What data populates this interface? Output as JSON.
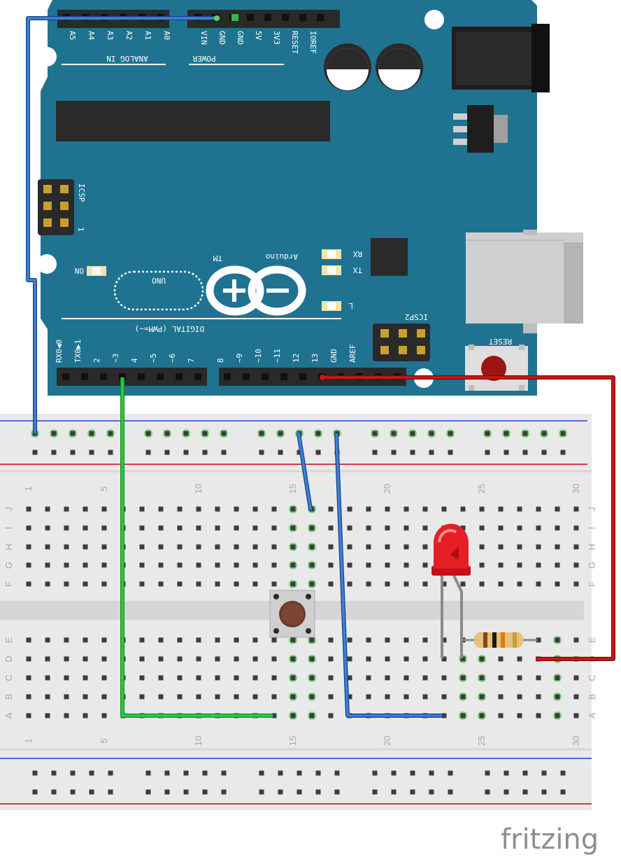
{
  "arduino": {
    "brand": "Arduino",
    "trademark": "TM",
    "model": "UNO",
    "analog_header_title": "ANALOG IN",
    "analog_pins": [
      "A5",
      "A4",
      "A3",
      "A2",
      "A1",
      "A0"
    ],
    "power_header_title": "POWER",
    "power_pins": [
      "VIN",
      "GND",
      "GND",
      "5V",
      "3V3",
      "RESET",
      "IOREF"
    ],
    "digital_header_title": "DIGITAL (PWM=~)",
    "digital_pins_left": [
      "RX0◀0",
      "TX0▶1",
      "2",
      "~3",
      "4",
      "~5",
      "~6",
      "7"
    ],
    "digital_pins_right": [
      "8",
      "~9",
      "~10",
      "~11",
      "12",
      "13",
      "GND",
      "AREF"
    ],
    "icsp_label": "ICSP",
    "icsp_pin1": "1",
    "icsp2_label": "ICSP2",
    "led_labels": {
      "rx": "RX",
      "tx": "TX",
      "l": "L",
      "on": "ON"
    },
    "reset_label": "RESET",
    "colors": {
      "board": "#1f7391",
      "header": "#2a2a2a",
      "silk": "#ffffff"
    }
  },
  "breadboard": {
    "column_numbers": [
      "1",
      "5",
      "10",
      "15",
      "20",
      "25",
      "30"
    ],
    "row_letters_top": [
      "J",
      "I",
      "H",
      "G",
      "F"
    ],
    "row_letters_bottom": [
      "E",
      "D",
      "C",
      "B",
      "A"
    ],
    "colors": {
      "body": "#e8e8e8",
      "rail_red": "#d0021b",
      "rail_blue": "#1b3fd0",
      "hole": "#444444",
      "active": "#5fd35f"
    }
  },
  "components": {
    "led": {
      "color": "red"
    },
    "resistor": {
      "bands": [
        "brown",
        "black",
        "orange",
        "gold"
      ]
    },
    "pushbutton": {
      "type": "tactile"
    }
  },
  "wires": {
    "gnd_to_rail": "#2f6fd0",
    "pin3_to_button": "#22b43a",
    "pin13_to_resistor": "#b80f0f",
    "gnd_to_breadboard": "#2f6fd0",
    "rail_jumper": "#2f6fd0"
  },
  "watermark": "fritzing"
}
